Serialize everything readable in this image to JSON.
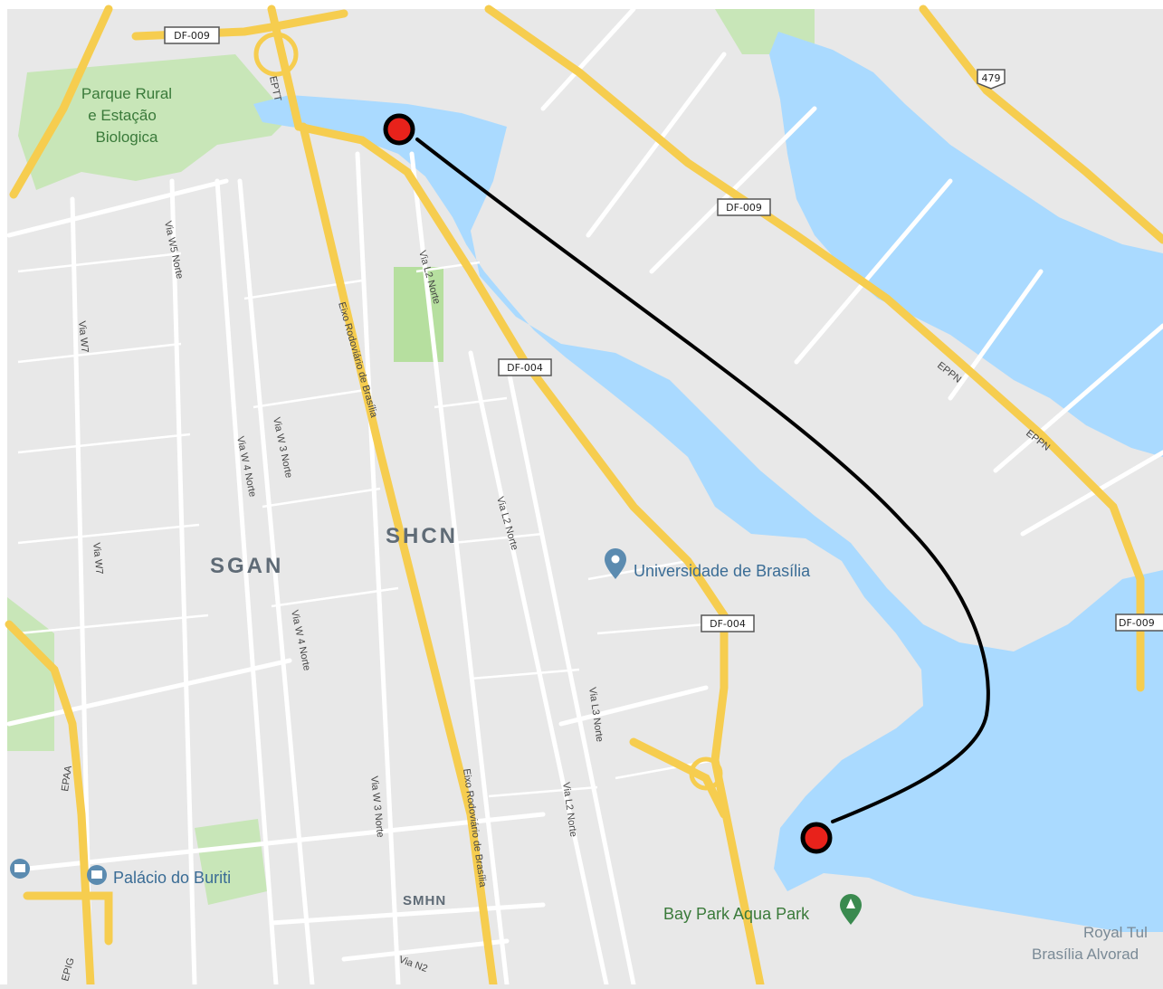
{
  "colors": {
    "land": "#e8e8e8",
    "water": "#aadaff",
    "park": "#c8e6b8",
    "highway": "#f6cd4f",
    "street": "#ffffff",
    "route": "#000000",
    "marker": "#e8221b",
    "poi_blue": "#5b8bb0",
    "poi_green": "#3a8a4f"
  },
  "shields": {
    "df009_top": "DF-009",
    "df009_mid": "DF-009",
    "df009_right": "DF-009",
    "r479": "479",
    "df004_mid": "DF-004",
    "df004_low": "DF-004"
  },
  "road_labels": {
    "eptt": "EPTT",
    "eppn1": "EPPN",
    "eppn2": "EPPN",
    "eixo1": "Eixo Rodoviário de Brasília",
    "eixo2": "Eixo Rodoviário de Brasília",
    "l2_top": "Via L2 Norte",
    "l2_mid": "Via L2 Norte",
    "l2_low": "Via L2 Norte",
    "l3": "Via L3 Norte",
    "w5": "Via W5 Norte",
    "w7_top": "Via W7",
    "w7_low": "Via W7",
    "w3_top": "Via W 3 Norte",
    "w4_top": "Via W 4 Norte",
    "w4_low": "Via W 4 Norte",
    "w3_low": "Via W 3 Norte",
    "epaa": "EPAA",
    "epig": "EPIG",
    "n2": "Via N2"
  },
  "places": {
    "parque_line1": "Parque Rural",
    "parque_line2": "e Estação",
    "parque_line3": "Biologica",
    "sgan": "SGAN",
    "shcn": "SHCN",
    "smhn": "SMHN",
    "unb": "Universidade de Brasília",
    "buriti": "Palácio do Buriti",
    "baypark": "Bay Park Aqua Park",
    "royal_line1": "Royal Tul",
    "royal_line2": "Brasília Alvorad"
  },
  "icons": {
    "unb": "location-pin-icon",
    "buriti": "landmark-pin-icon",
    "baypark": "tree-pin-icon",
    "left_edge": "museum-pin-icon"
  }
}
